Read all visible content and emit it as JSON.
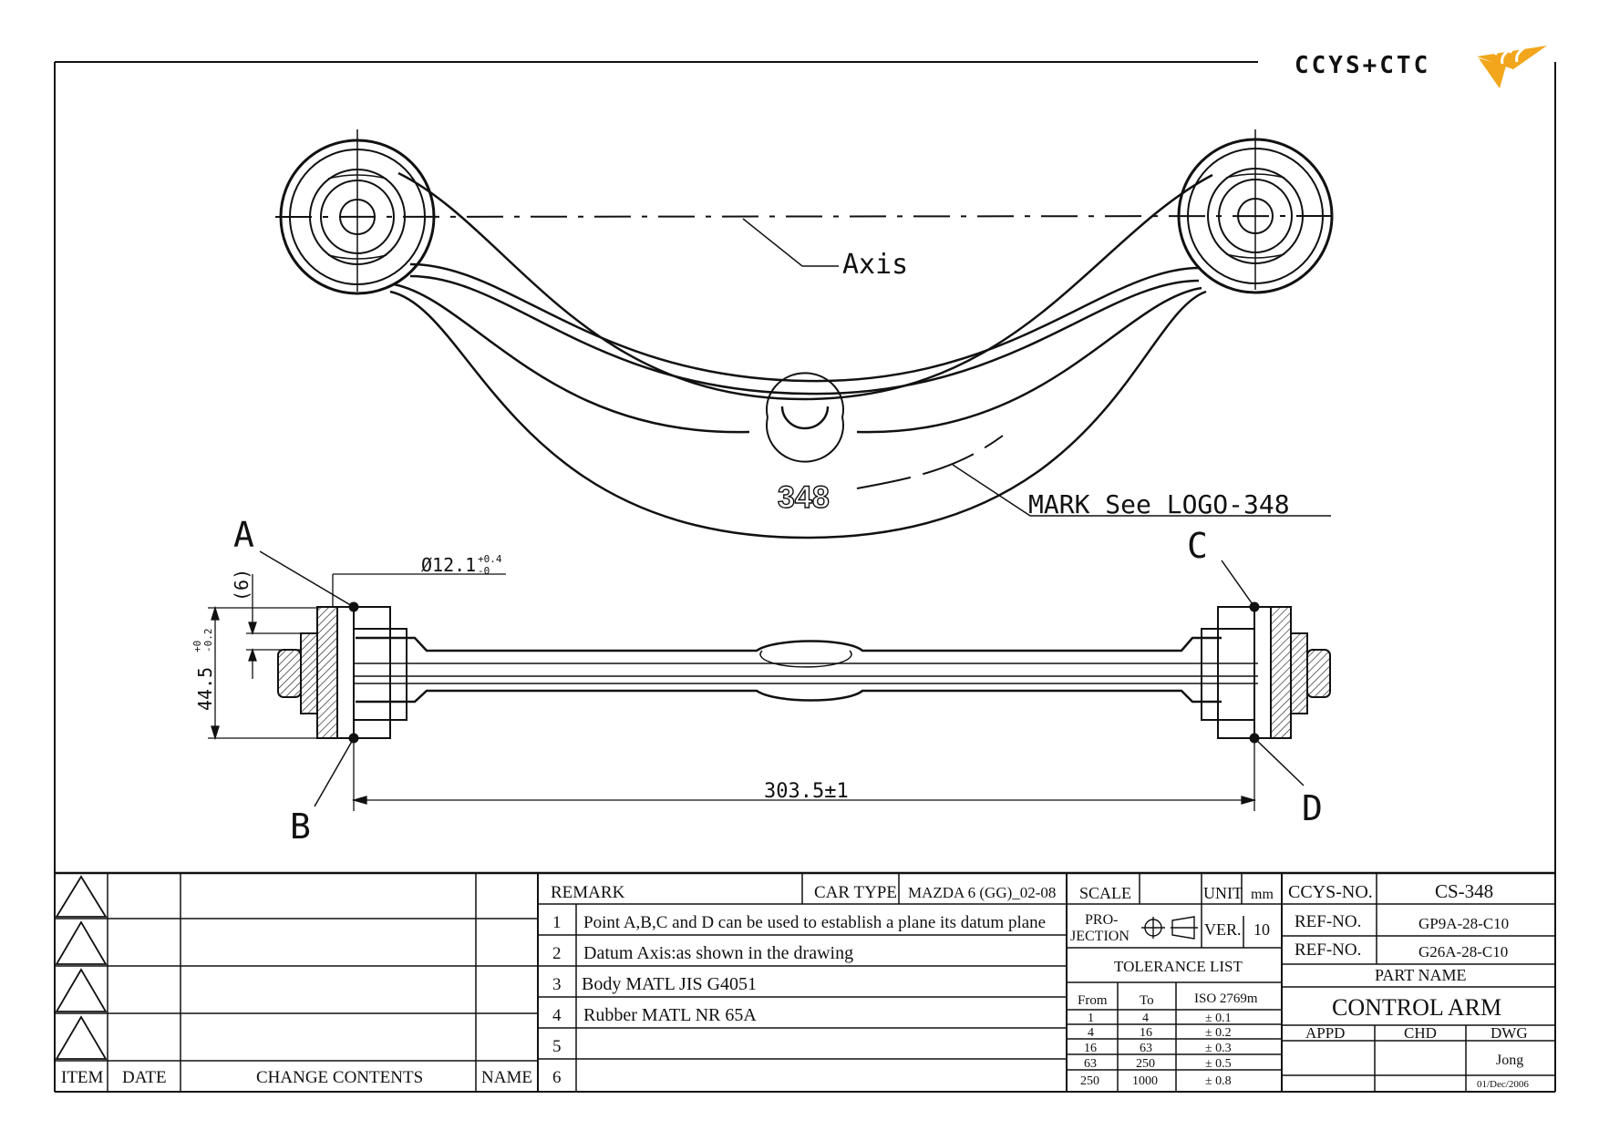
{
  "logo": {
    "text": "CCYS+CTC"
  },
  "drawing": {
    "axis_label": "Axis",
    "mark_number": "348",
    "mark_label": "MARK See LOGO-348",
    "points": {
      "a": "A",
      "b": "B",
      "c": "C",
      "d": "D"
    },
    "dim_offset": "(6)",
    "dim_diameter": "Ø12.1",
    "dim_diameter_tol_upper": "+0.4",
    "dim_diameter_tol_lower": "-0",
    "dim_width": "44.5",
    "dim_width_tol_upper": "+0",
    "dim_width_tol_lower": "-0.2",
    "dim_length": "303.5±1"
  },
  "revision_table": {
    "headers": {
      "item": "ITEM",
      "date": "DATE",
      "change": "CHANGE CONTENTS",
      "name": "NAME"
    }
  },
  "remarks": {
    "title": "REMARK",
    "car_type_label": "CAR TYPE",
    "car_type_value": "MAZDA 6 (GG)_02-08",
    "items": [
      {
        "num": "1",
        "text": "Point A,B,C and D can be used to establish a plane its datum plane"
      },
      {
        "num": "2",
        "text": "Datum Axis:as shown in the drawing"
      },
      {
        "num": "3",
        "text": "Body MATL JIS G4051"
      },
      {
        "num": "4",
        "text": "Rubber MATL NR 65A"
      },
      {
        "num": "5",
        "text": ""
      },
      {
        "num": "6",
        "text": ""
      }
    ]
  },
  "info": {
    "scale_label": "SCALE",
    "unit_label": "UNIT",
    "unit_value": "mm",
    "projection_label_1": "PRO-",
    "projection_label_2": "JECTION",
    "ver_label": "VER.",
    "ver_value": "10",
    "tolerance_title": "TOLERANCE LIST",
    "tolerance_headers": {
      "from": "From",
      "to": "To",
      "iso": "ISO 2769m"
    },
    "tolerance_rows": [
      {
        "from": "1",
        "to": "4",
        "tol": "± 0.1"
      },
      {
        "from": "4",
        "to": "16",
        "tol": "± 0.2"
      },
      {
        "from": "16",
        "to": "63",
        "tol": "± 0.3"
      },
      {
        "from": "63",
        "to": "250",
        "tol": "± 0.5"
      },
      {
        "from": "250",
        "to": "1000",
        "tol": "± 0.8"
      }
    ]
  },
  "title_block": {
    "ccys_no_label": "CCYS-NO.",
    "ccys_no_value": "CS-348",
    "ref_no_label_1": "REF-NO.",
    "ref_no_value_1": "GP9A-28-C10",
    "ref_no_label_2": "REF-NO.",
    "ref_no_value_2": "G26A-28-C10",
    "part_name_label": "PART NAME",
    "part_name_value": "CONTROL ARM",
    "appd_label": "APPD",
    "chd_label": "CHD",
    "dwg_label": "DWG",
    "dwg_name": "Jong",
    "dwg_date": "01/Dec/2006"
  }
}
